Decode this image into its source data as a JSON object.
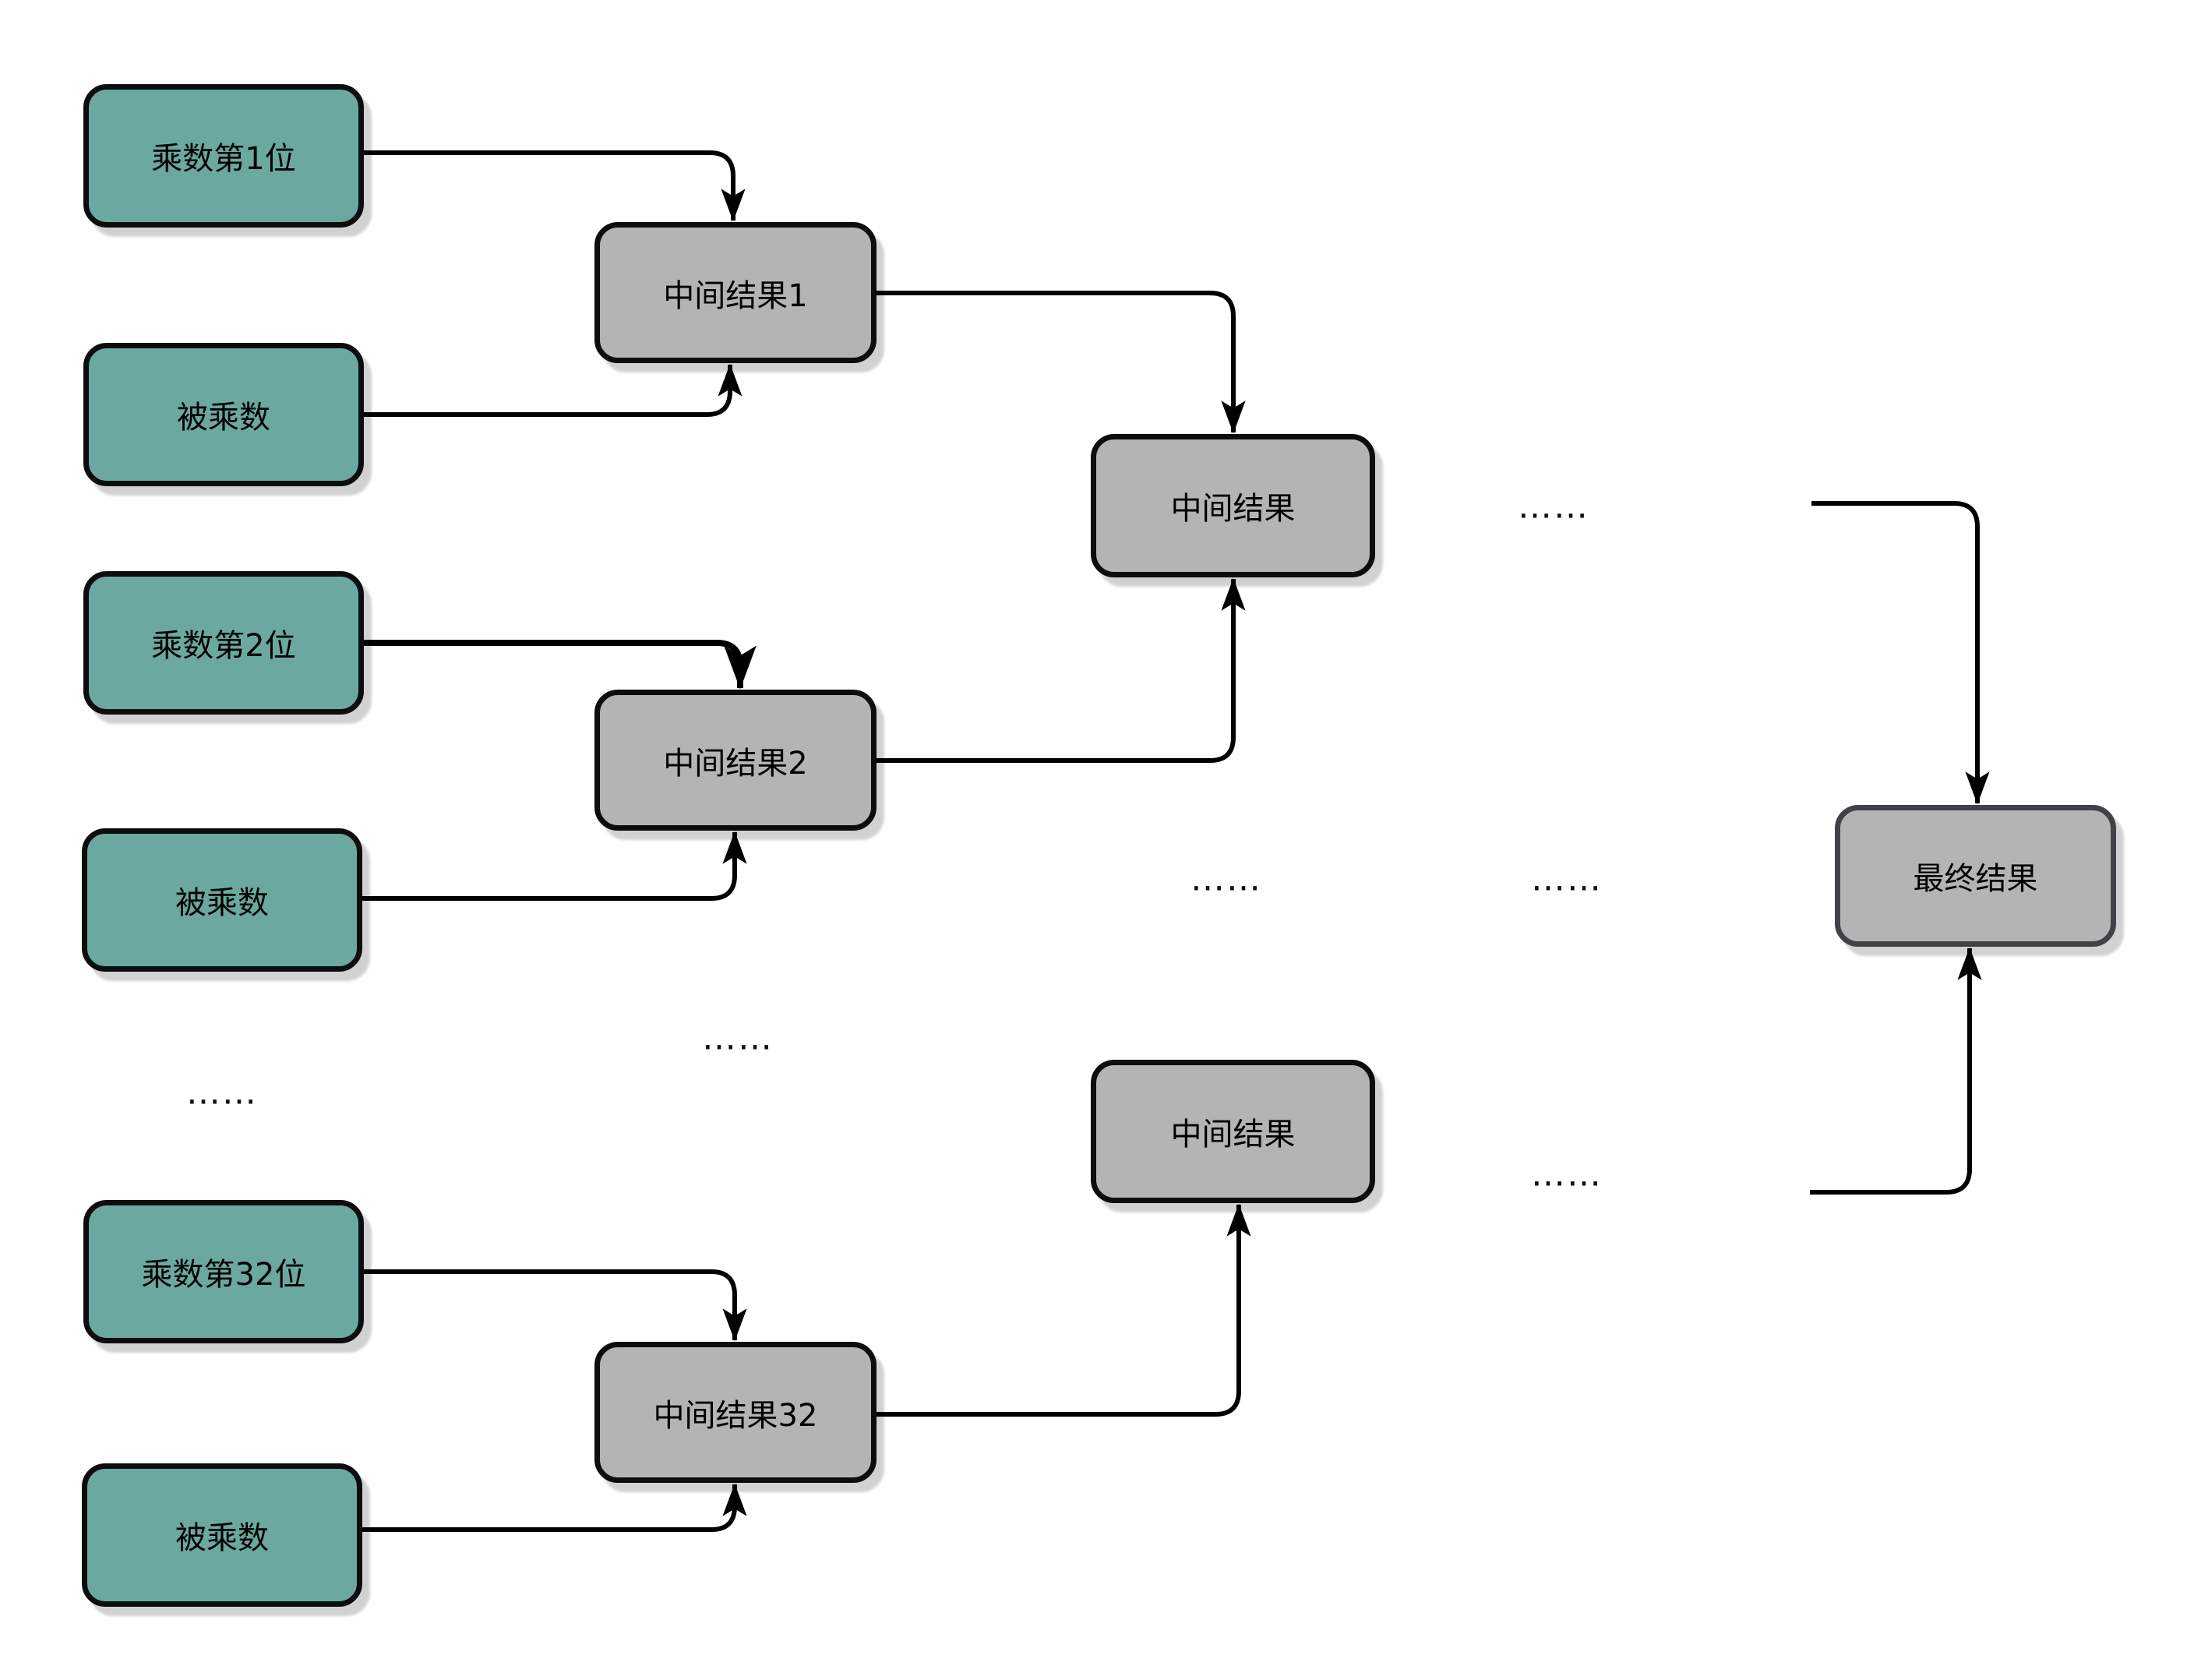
{
  "diagram": {
    "nodes": {
      "multiplier_bit_1": "乘数第1位",
      "multiplicand_1": "被乘数",
      "multiplier_bit_2": "乘数第2位",
      "multiplicand_2": "被乘数",
      "multiplier_bit_32": "乘数第32位",
      "multiplicand_3": "被乘数",
      "intermediate_1": "中间结果1",
      "intermediate_2": "中间结果2",
      "intermediate_32": "中间结果32",
      "intermediate_top": "中间结果",
      "intermediate_bottom": "中间结果",
      "final_result": "最终结果"
    },
    "ellipsis": "……",
    "colors": {
      "input_fill": "#6BA8A0",
      "result_fill": "#B4B4B4",
      "node_border": "#0D0D0D",
      "final_border": "#3F4347",
      "connector": "#000000",
      "background": "#FFFFFF"
    }
  }
}
